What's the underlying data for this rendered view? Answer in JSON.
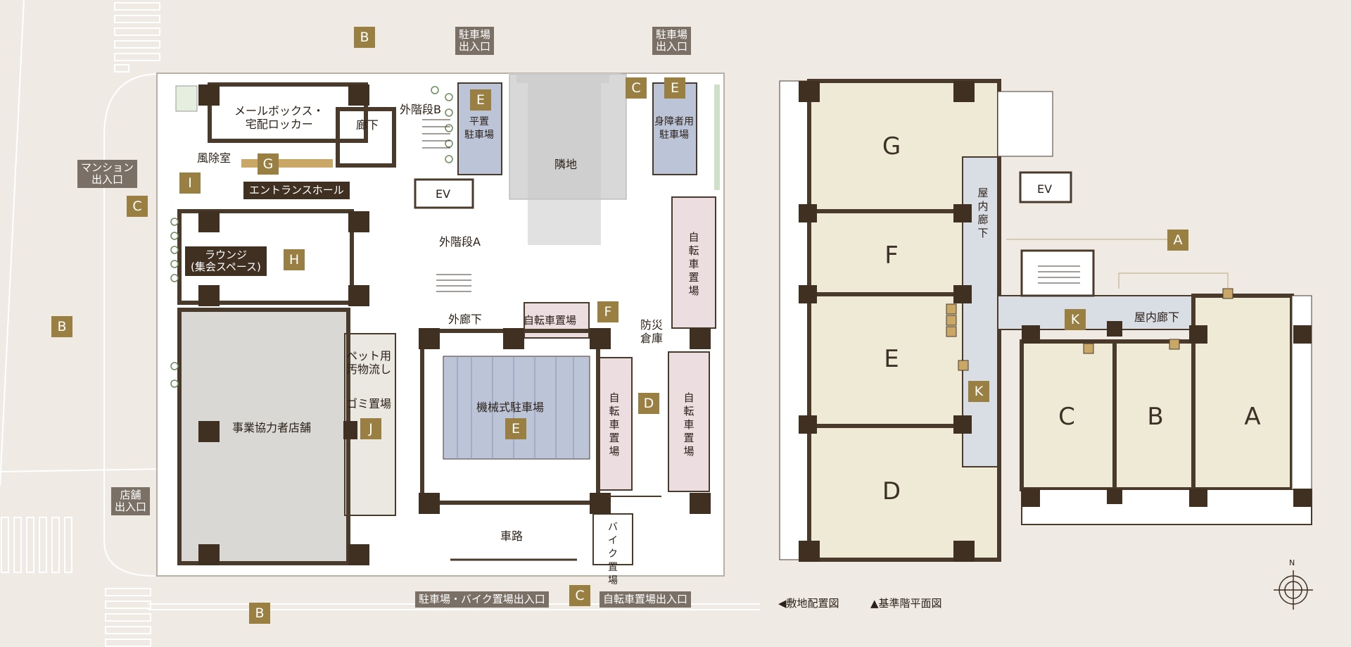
{
  "colors": {
    "background": "#efebe4",
    "wall": "#4a3a2c",
    "badge": "#9a7f43",
    "tag": "#7b7066",
    "parking": "#bcc4d8",
    "bicycle": "#ecdde1",
    "unit_floor": "#efead5",
    "store_floor": "#d9d8d5",
    "neighbor": "#d8d8d8",
    "corridor": "#d9dde4"
  },
  "site": {
    "rooms": {
      "mailbox": "メールボックス・\n宅配ロッカー",
      "corridor_small": "廊下",
      "ext_stair_b": "外階段B",
      "flat_parking": "平置\n駐車場",
      "neighbor": "隣地",
      "accessible_parking": "身障者用\n駐車場",
      "windbreak": "風除室",
      "entrance_hall": "エントランスホール",
      "ev": "EV",
      "lounge": "ラウンジ\n(集会スペース)",
      "ext_stair_a": "外階段A",
      "bicycle_right": "自転車置場",
      "ext_corridor": "外廊下",
      "bicycle_top": "自転車置場",
      "disaster_storage": "防災\n倉庫",
      "pet_sink": "ペット用\n汚物流し",
      "garbage": "ゴミ置場",
      "store": "事業協力者店舗",
      "mech_parking": "機械式駐車場",
      "bicycle_mid": "自転車置場",
      "bicycle_far": "自転車置場",
      "road": "車路",
      "bike_parking": "バイク置場"
    },
    "tags": {
      "parking_entrance_1": "駐車場\n出入口",
      "parking_entrance_2": "駐車場\n出入口",
      "mansion_entrance": "マンション\n出入口",
      "shop_entrance": "店舗\n出入口",
      "parking_bike_entrance": "駐車場・バイク置場出入口",
      "bicycle_entrance": "自転車置場出入口"
    },
    "badges": {
      "b_top": "B",
      "b_left": "B",
      "b_bottom": "B",
      "e_flat": "E",
      "c_top": "C",
      "e_access": "E",
      "g_hall": "G",
      "i_wind": "I",
      "c_left": "C",
      "h_lounge": "H",
      "f_bike": "F",
      "d_bike": "D",
      "j_garbage": "J",
      "e_mech": "E",
      "c_bottom": "C"
    }
  },
  "floor": {
    "units": [
      "G",
      "F",
      "E",
      "D",
      "C",
      "B",
      "A"
    ],
    "rooms": {
      "indoor_corridor_v": "屋内廊下",
      "ev": "EV",
      "indoor_corridor_h": "屋内廊下"
    },
    "badges": {
      "a": "A",
      "k_right": "K",
      "k_left": "K"
    }
  },
  "legend": {
    "site_plan": "◀敷地配置図",
    "typical_floor": "▲基準階平面図",
    "north": "N"
  }
}
